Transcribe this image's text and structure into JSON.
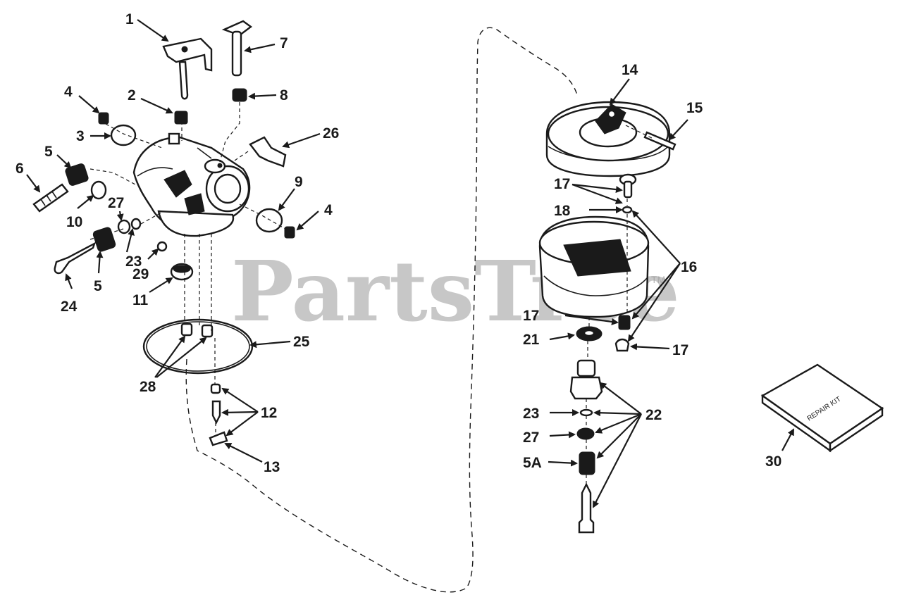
{
  "watermark": {
    "text": "PartsTree",
    "tm": "TM"
  },
  "kit_text": "REPAIR KIT",
  "callouts": {
    "c1": "1",
    "c2": "2",
    "c3": "3",
    "c4a": "4",
    "c4b": "4",
    "c5a": "5",
    "c5b": "5",
    "c5c": "5A",
    "c6": "6",
    "c7": "7",
    "c8": "8",
    "c9": "9",
    "c10": "10",
    "c11": "11",
    "c12": "12",
    "c13": "13",
    "c14": "14",
    "c15": "15",
    "c16": "16",
    "c17a": "17",
    "c17b": "17",
    "c17c": "17",
    "c18": "18",
    "c21": "21",
    "c22": "22",
    "c23a": "23",
    "c23b": "23",
    "c24": "24",
    "c25": "25",
    "c26": "26",
    "c27a": "27",
    "c27b": "27",
    "c28": "28",
    "c29": "29",
    "c30": "30"
  }
}
